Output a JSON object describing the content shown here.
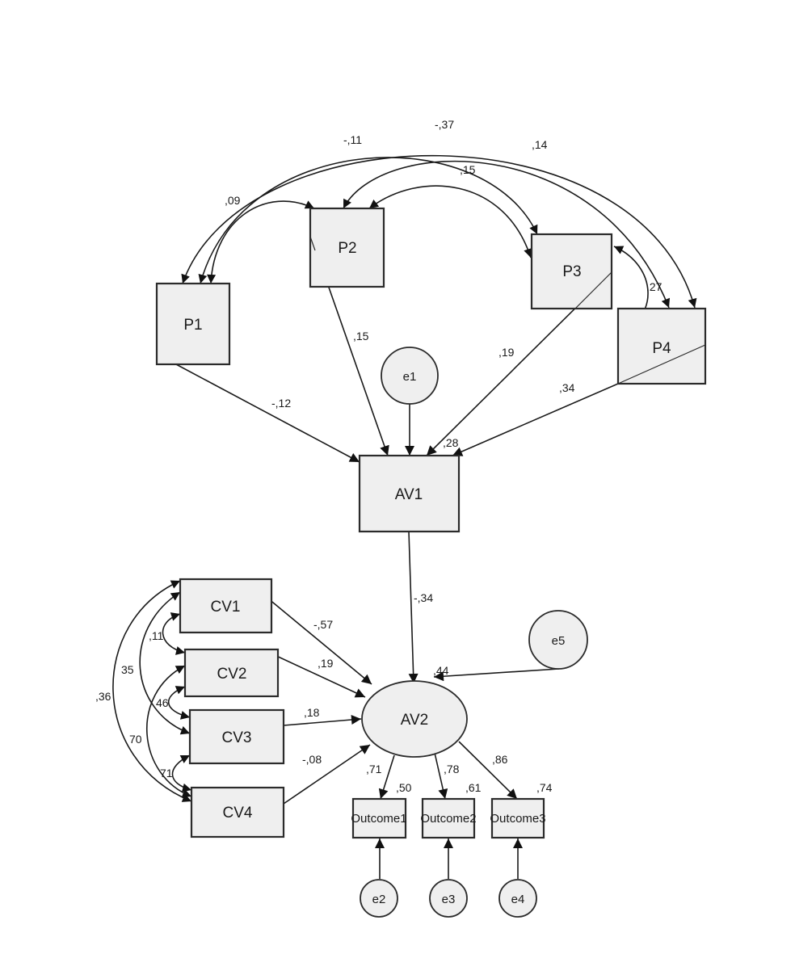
{
  "nodes": {
    "P1": "P1",
    "P2": "P2",
    "P3": "P3",
    "P4": "P4",
    "AV1": "AV1",
    "AV2": "AV2",
    "CV1": "CV1",
    "CV2": "CV2",
    "CV3": "CV3",
    "CV4": "CV4",
    "Outcome1": "Outcome1",
    "Outcome2": "Outcome2",
    "Outcome3": "Outcome3",
    "e1": "e1",
    "e2": "e2",
    "e3": "e3",
    "e4": "e4",
    "e5": "e5"
  },
  "coefficients": {
    "P1_AV1": "-,12",
    "P2_AV1": ",15",
    "P3_AV1": ",19",
    "P4_AV1": ",34",
    "AV1_r2": ",28",
    "AV1_AV2": "-,34",
    "AV2_r2": ",44",
    "CV1_AV2": "-,57",
    "CV2_AV2": ",19",
    "CV3_AV2": ",18",
    "CV4_AV2": "-,08",
    "AV2_Outcome1": ",71",
    "AV2_Outcome2": ",78",
    "AV2_Outcome3": ",86",
    "Outcome1_r2": ",50",
    "Outcome2_r2": ",61",
    "Outcome3_r2": ",74",
    "P1_P2": ",09",
    "P1_P3": "-,11",
    "P1_P4": "-,37",
    "P2_P3": ",15",
    "P2_P4": ",14",
    "P3_P4": ",27",
    "CV1_CV2": ",11",
    "CV1_CV3": "35",
    "CV1_CV4": ",36",
    "CV2_CV3": "46",
    "CV2_CV4": "70",
    "CV3_CV4": "71"
  }
}
